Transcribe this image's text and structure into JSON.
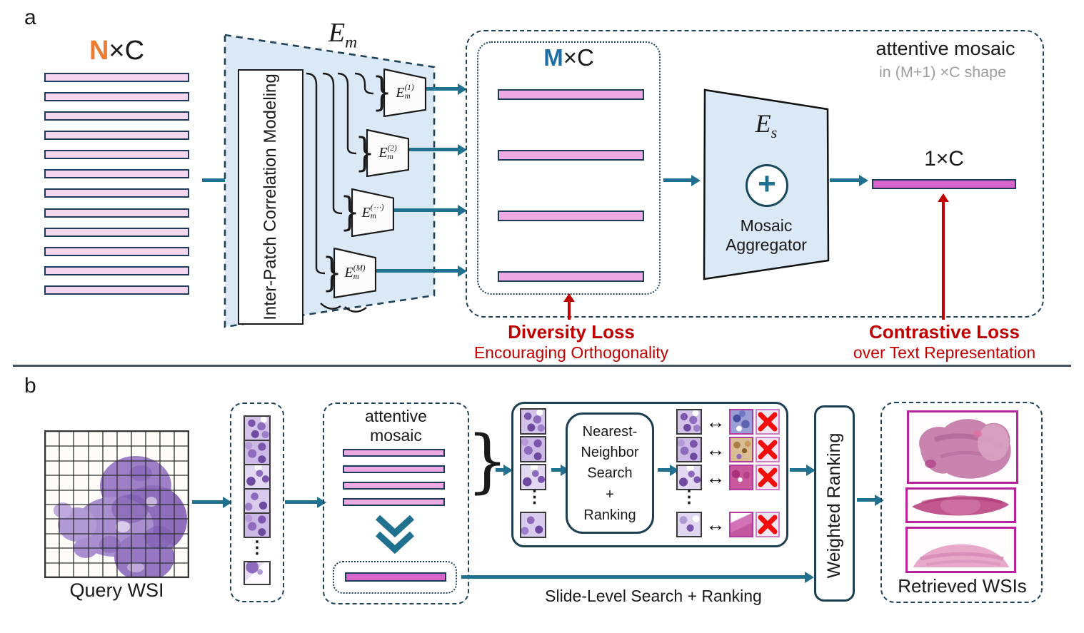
{
  "colors": {
    "accent_teal": "#20708f",
    "dark_navy_dash": "#1f4257",
    "bar_pink_light": "#f2d7ef",
    "bar_pink_mid": "#eda9e2",
    "bar_magenta": "#d865cb",
    "panel_blue_fill": "#dbe8f6",
    "loss_red": "#c00000",
    "x_red": "#f20d0d",
    "orange_n": "#ed7d31",
    "blue_m": "#1e6fa5",
    "gray_subtitle": "#9e9e9e"
  },
  "icons": {
    "plus": "+",
    "match_arrow": "↔",
    "ellipsis": "⋮",
    "brace": "}"
  },
  "panel_a": {
    "label": "a",
    "input_label": {
      "n": "N",
      "xc": "×C"
    },
    "input_bar_count": 12,
    "encoder": {
      "name_base": "E",
      "name_sub": "m",
      "module": "Inter-Patch Correlation Modeling",
      "experts": [
        {
          "base": "E",
          "sub": "m",
          "sup": "(1)"
        },
        {
          "base": "E",
          "sub": "m",
          "sup": "(2)"
        },
        {
          "base": "E",
          "sub": "m",
          "sup": "(⋯)"
        },
        {
          "base": "E",
          "sub": "m",
          "sup": "(M)"
        }
      ]
    },
    "mosaic": {
      "m": "M",
      "xc": "×C",
      "bar_count": 4,
      "title": "attentive mosaic",
      "subtitle": "in (M+1) ×C shape"
    },
    "aggregator": {
      "name_base": "E",
      "name_sub": "s",
      "caption": "Mosaic Aggregator"
    },
    "output_label": "1×C",
    "diversity_loss": {
      "title": "Diversity Loss",
      "subtitle": "Encouraging Orthogonality"
    },
    "contrastive_loss": {
      "title": "Contrastive Loss",
      "subtitle": "over Text Representation"
    }
  },
  "panel_b": {
    "label": "b",
    "query_caption": "Query WSI",
    "strip": {
      "patch_count": 5
    },
    "mosaic": {
      "title": "attentive mosaic",
      "bar_count": 4
    },
    "nn_box": {
      "lines": [
        "Nearest-",
        "Neighbor",
        "Search",
        "+",
        "Ranking"
      ],
      "result_row_count": 4
    },
    "weighted_ranking": "Weighted Ranking",
    "slide_level_label": "Slide-Level Search + Ranking",
    "retrieved_caption": "Retrieved WSIs",
    "retrieved_count": 3
  }
}
